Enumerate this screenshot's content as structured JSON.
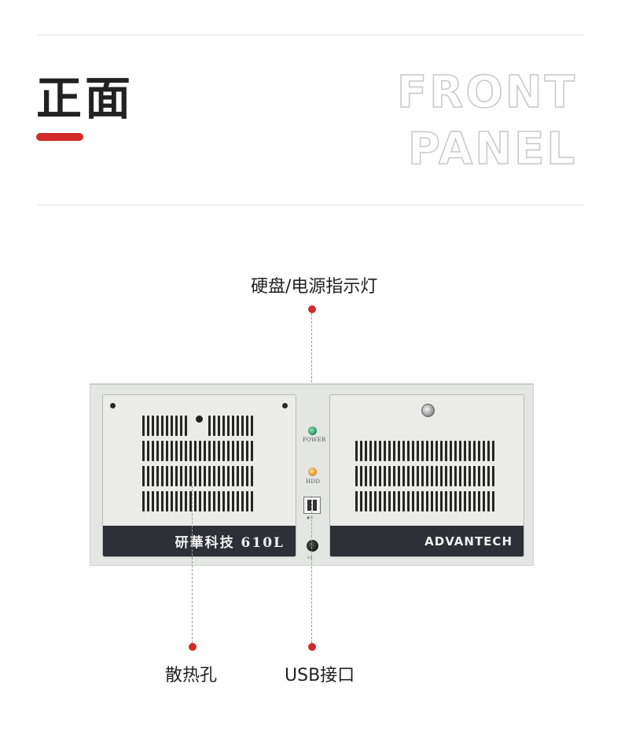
{
  "header": {
    "title_cn": "正面",
    "title_en_line1": "FRONT",
    "title_en_line2": "PANEL"
  },
  "callouts": {
    "indicator_lights": "硬盘/电源指示灯",
    "vent_holes": "散热孔",
    "usb_port": "USB接口"
  },
  "chassis": {
    "left_nameplate": "研華科技 610L",
    "right_nameplate": "ADVANTECH",
    "power_led_label": "POWER",
    "hdd_led_label": "HDD",
    "usb_icon": "usb-icon",
    "power_button_icon": "power-icon"
  },
  "colors": {
    "accent": "#d42a2a",
    "nameplate": "#2e3038",
    "chassis": "#e4e6e4"
  }
}
